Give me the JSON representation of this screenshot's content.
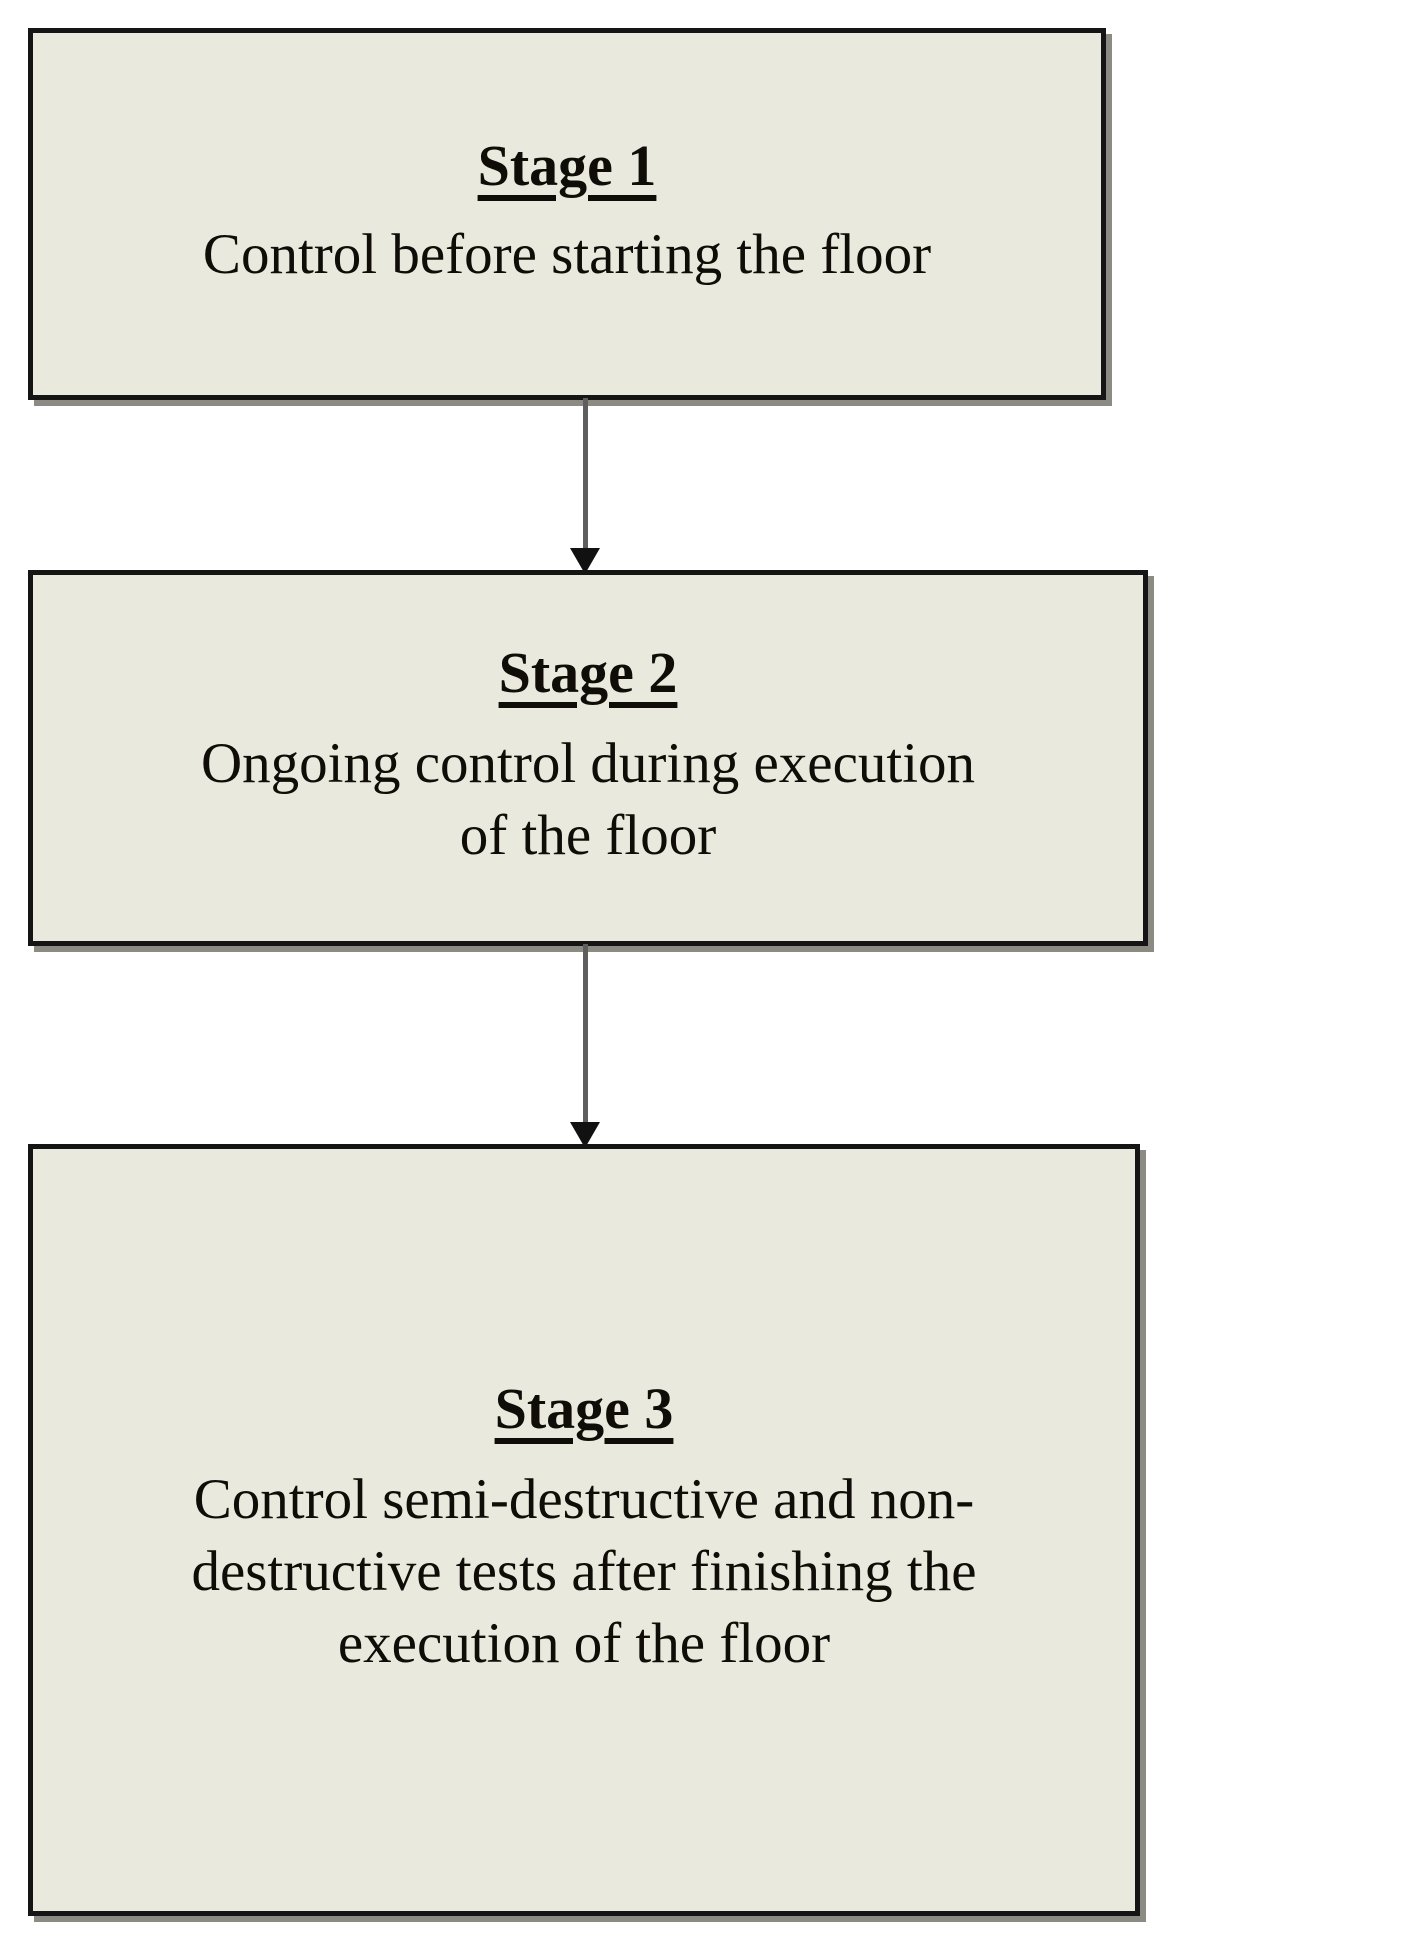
{
  "diagram": {
    "type": "flowchart",
    "orientation": "vertical",
    "box_fill": "#e9eadd",
    "box_border": "#151515",
    "shadow_color": "#8b8b84",
    "text_color": "#100c08",
    "arrow_shaft_color": "#5e5e5e",
    "arrow_head_color": "#111111",
    "nodes": [
      {
        "id": "stage-1",
        "title": "Stage 1",
        "body": "Control before starting the floor"
      },
      {
        "id": "stage-2",
        "title": "Stage 2",
        "body": "Ongoing control during execution\nof the floor"
      },
      {
        "id": "stage-3",
        "title": "Stage 3",
        "body": "Control semi-destructive and non-\ndestructive tests after finishing the\nexecution of the floor"
      }
    ],
    "edges": [
      {
        "id": "edge-1-2",
        "from": "stage-1",
        "to": "stage-2",
        "label": ""
      },
      {
        "id": "edge-2-3",
        "from": "stage-2",
        "to": "stage-3",
        "label": ""
      }
    ]
  }
}
